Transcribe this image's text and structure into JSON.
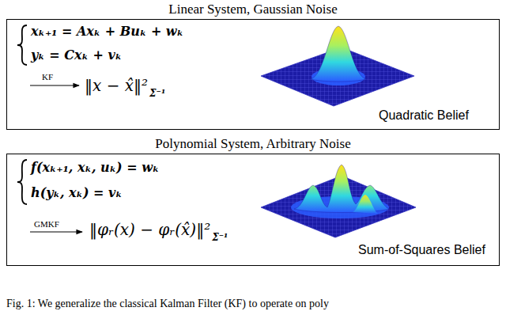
{
  "diagram": {
    "caption": "Fig. 1: We generalize the classical Kalman Filter (KF) to operate on poly",
    "nodes": [
      {
        "text": [
          "Linear System, Gaussian Noise",
          "xₖ₊₁ = Axₖ + Buₖ + wₖ",
          "yₖ = Cxₖ + vₖ",
          "KF",
          "‖x − x̂‖²",
          "Σ⁻¹",
          "Quadratic Belief"
        ]
      },
      {
        "text": [
          "Polynomial System, Arbitrary Noise",
          "f(xₖ₊₁, xₖ, uₖ) = wₖ",
          "h(yₖ, xₖ) = vₖ",
          "GMKF",
          "‖φᵣ(x) − φᵣ(x̂)‖²",
          "Σ⁻¹",
          "Sum-of-Squares Belief"
        ]
      }
    ]
  }
}
